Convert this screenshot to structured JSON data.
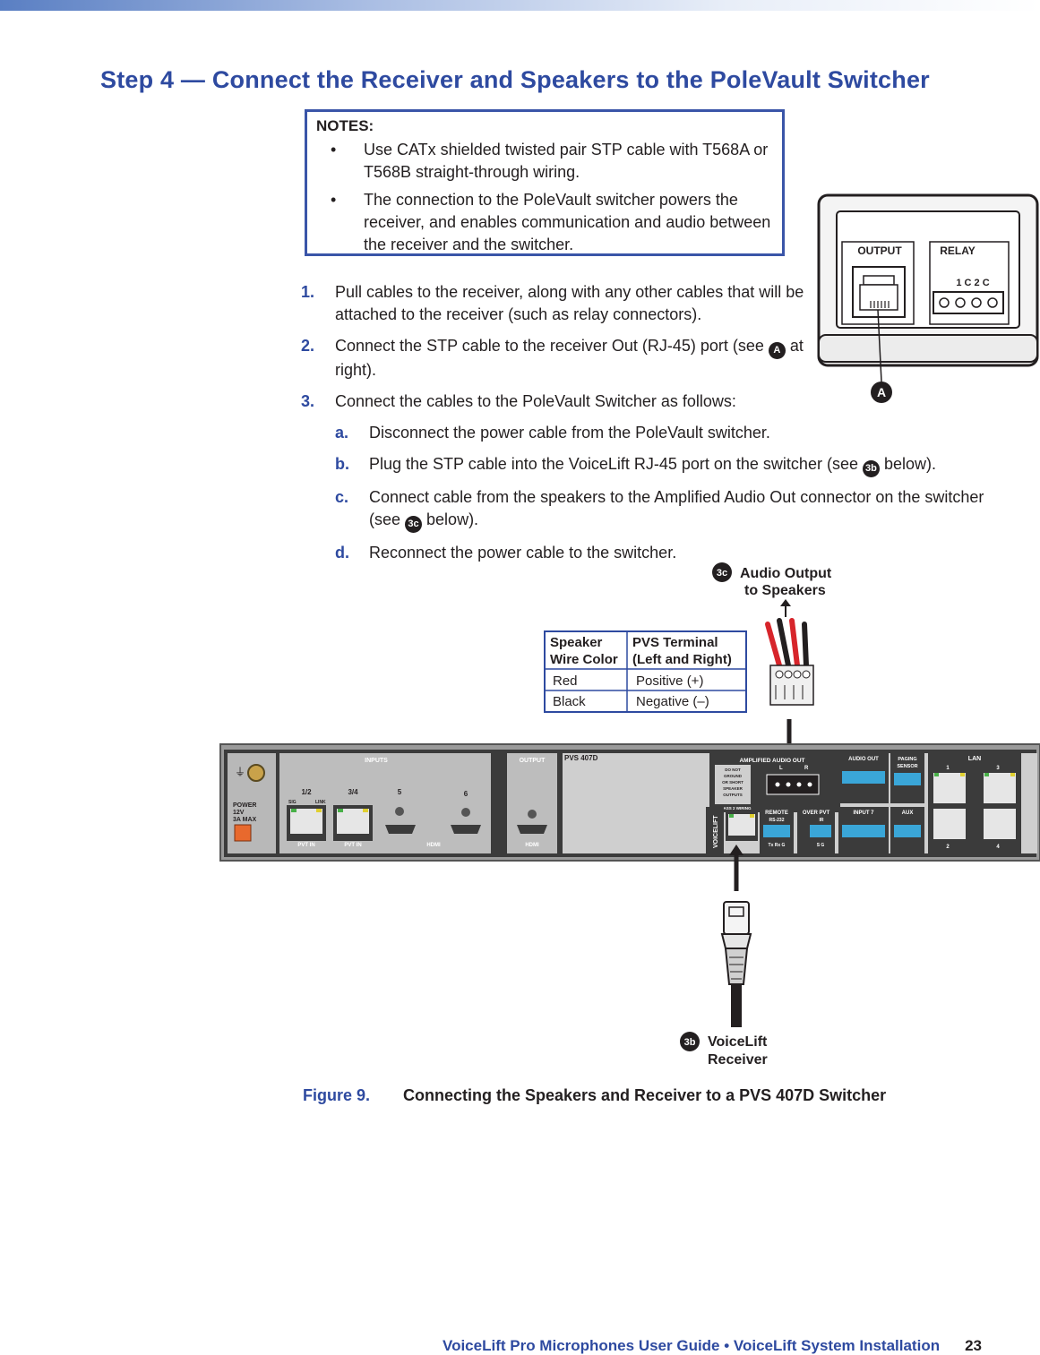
{
  "heading": "Step 4 — Connect the Receiver and Speakers to the PoleVault Switcher",
  "notes": {
    "title": "NOTES:",
    "items": [
      "Use CATx shielded twisted pair STP cable with T568A or T568B straight-through wiring.",
      "The connection to the PoleVault switcher powers the receiver, and enables communication and audio between the receiver and the switcher."
    ]
  },
  "steps": [
    {
      "num": "1.",
      "text": "Pull cables to the receiver, along with any other cables that will be attached to the receiver (such as relay connectors)."
    },
    {
      "num": "2.",
      "pre": "Connect the STP cable to the receiver Out (RJ-45) port (see ",
      "badge": "A",
      "post": " at right)."
    },
    {
      "num": "3.",
      "text": "Connect the cables to the PoleVault Switcher as follows:"
    }
  ],
  "substeps": [
    {
      "num": "a.",
      "pre": "Disconnect the power cable from the PoleVault switcher.",
      "badge": "",
      "post": ""
    },
    {
      "num": "b.",
      "pre": "Plug the STP cable into the VoiceLift RJ-45 port on the switcher (see ",
      "badge": "3b",
      "post": " below)."
    },
    {
      "num": "c.",
      "pre": "Connect cable from the speakers to the Amplified Audio Out connector on the switcher (see ",
      "badge": "3c",
      "post": " below)."
    },
    {
      "num": "d.",
      "pre": "Reconnect the power cable to the switcher.",
      "badge": "",
      "post": ""
    }
  ],
  "receiver": {
    "output_label": "OUTPUT",
    "relay_label": "RELAY",
    "relay_pins": "1 C 2 C",
    "callout": "A"
  },
  "diagram": {
    "callout_3c": "3c",
    "audio_label_1": "Audio Output",
    "audio_label_2": "to Speakers",
    "table": {
      "header_left_1": "Speaker",
      "header_left_2": "Wire Color",
      "header_right_1": "PVS Terminal",
      "header_right_2": "(Left and Right)",
      "rows": [
        {
          "color": "Red",
          "terminal": "Positive (+)"
        },
        {
          "color": "Black",
          "terminal": "Negative (–)"
        }
      ]
    },
    "panel": {
      "power_1": "POWER",
      "power_2": "12V",
      "power_3": "3A MAX",
      "inputs": "INPUTS",
      "in_12": "1/2",
      "in_34": "3/4",
      "in_5": "5",
      "in_6": "6",
      "sig": "SIG",
      "link": "LINK",
      "pvt_in": "PVT IN",
      "hdmi": "HDMI",
      "output": "OUTPUT",
      "model": "PVS 407D",
      "amp_out": "AMPLIFIED AUDIO OUT",
      "do_not": "DO NOT",
      "ground": "GROUND",
      "or_short": "OR SHORT",
      "speaker": "SPEAKER",
      "outputs": "OUTPUTS",
      "class2": "CLASS 2 WIRING",
      "l": "L",
      "r": "R",
      "voicelift": "VOICELIFT",
      "remote": "REMOTE",
      "rs232": "RS-232",
      "txrx": "Tx Rx G",
      "over_pvt": "OVER PVT",
      "ir": "IR",
      "sg": "S G",
      "audio_out": "AUDIO OUT",
      "paging": "PAGING",
      "sensor": "SENSOR",
      "input7": "INPUT 7",
      "aux": "AUX",
      "lan": "LAN",
      "lan1": "1",
      "lan2": "2",
      "lan3": "3",
      "lan4": "4"
    },
    "callout_3b": "3b",
    "receiver_label_1": "VoiceLift",
    "receiver_label_2": "Receiver"
  },
  "caption": {
    "figure": "Figure 9.",
    "title": "Connecting the Speakers and Receiver to a PVS 407D Switcher"
  },
  "footer": {
    "text": "VoiceLift Pro Microphones User Guide • VoiceLift System Installation",
    "page": "23"
  }
}
